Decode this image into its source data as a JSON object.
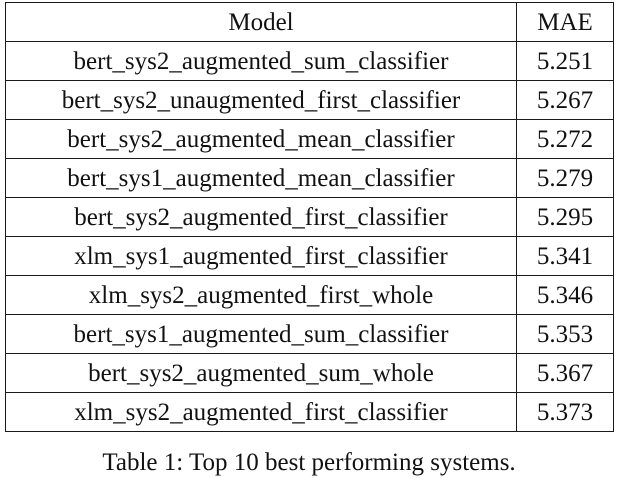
{
  "table": {
    "headers": [
      "Model",
      "MAE"
    ],
    "rows": [
      {
        "model": "bert_sys2_augmented_sum_classifier",
        "mae": "5.251"
      },
      {
        "model": "bert_sys2_unaugmented_first_classifier",
        "mae": "5.267"
      },
      {
        "model": "bert_sys2_augmented_mean_classifier",
        "mae": "5.272"
      },
      {
        "model": "bert_sys1_augmented_mean_classifier",
        "mae": "5.279"
      },
      {
        "model": "bert_sys2_augmented_first_classifier",
        "mae": "5.295"
      },
      {
        "model": "xlm_sys1_augmented_first_classifier",
        "mae": "5.341"
      },
      {
        "model": "xlm_sys2_augmented_first_whole",
        "mae": "5.346"
      },
      {
        "model": "bert_sys1_augmented_sum_classifier",
        "mae": "5.353"
      },
      {
        "model": "bert_sys2_augmented_sum_whole",
        "mae": "5.367"
      },
      {
        "model": "xlm_sys2_augmented_first_classifier",
        "mae": "5.373"
      }
    ]
  },
  "caption": "Table 1: Top 10 best performing systems."
}
